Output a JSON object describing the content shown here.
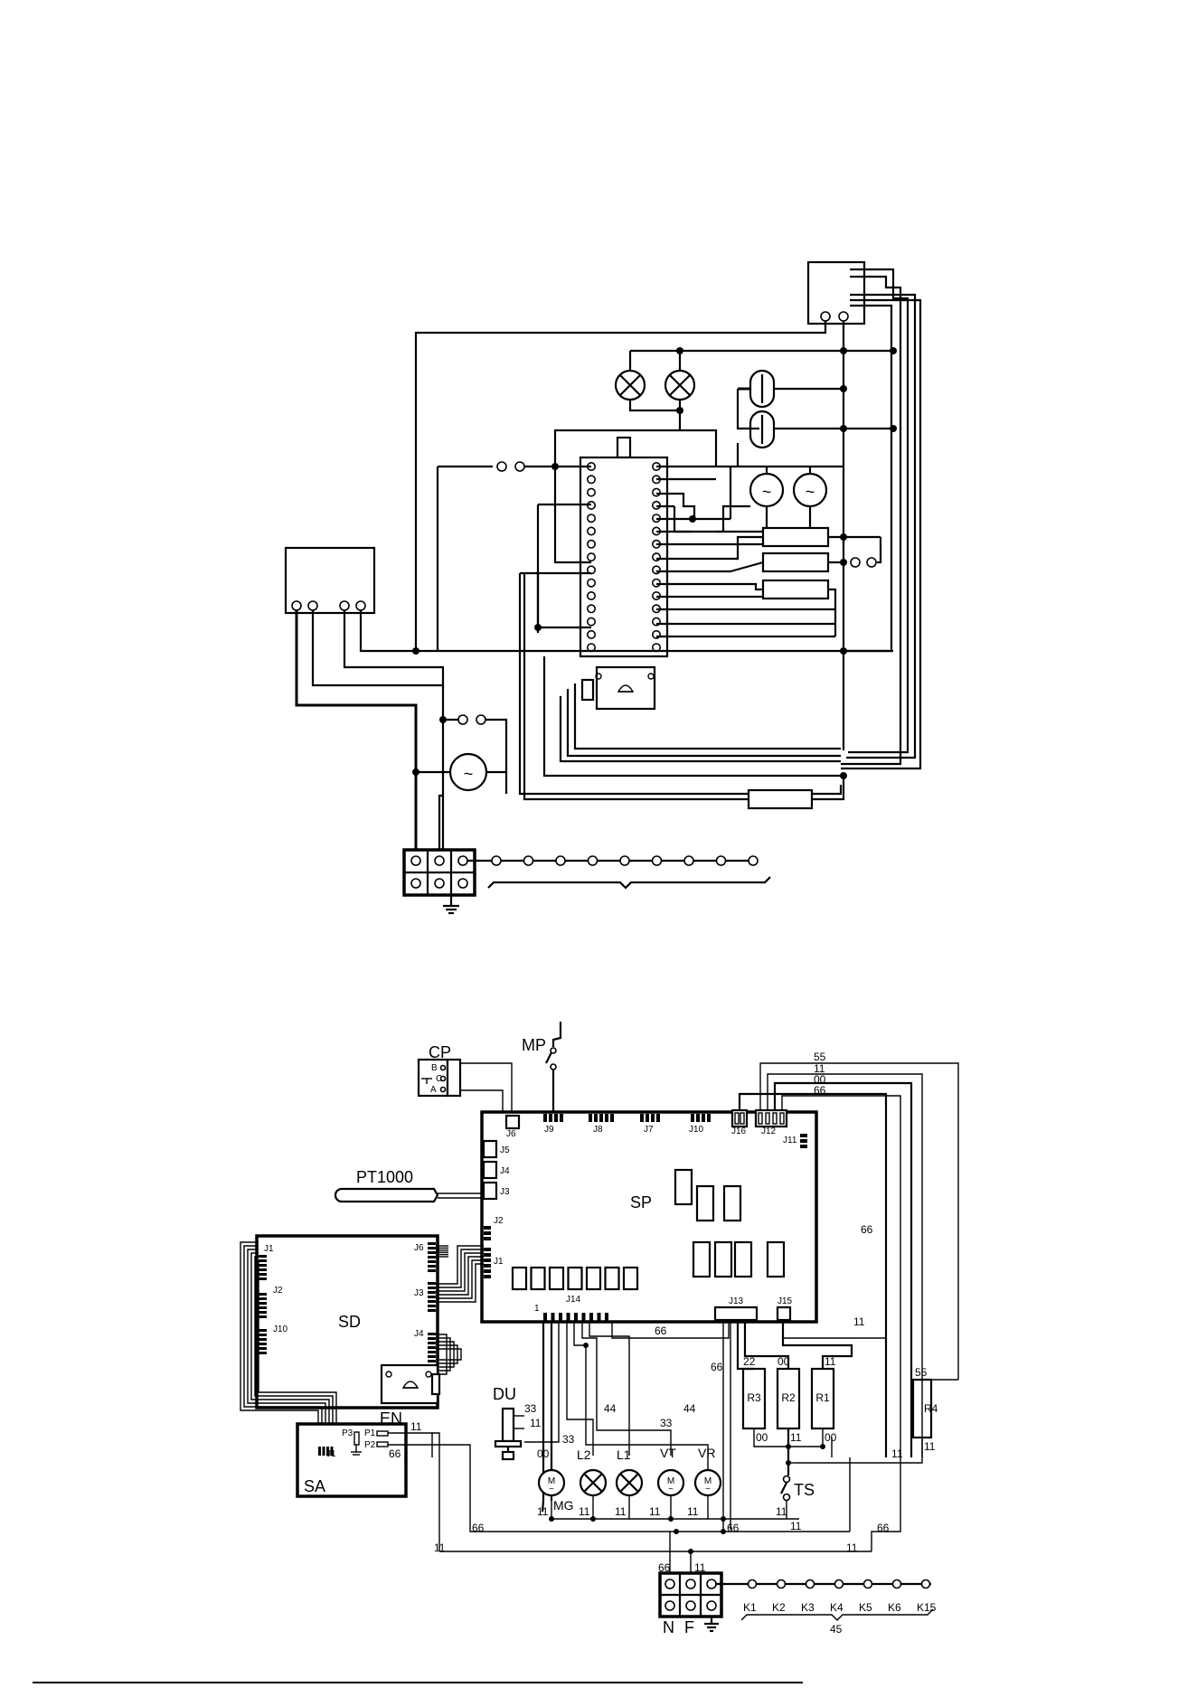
{
  "diagram_top": {
    "terminal_bar_count": 9
  },
  "diagram_bottom": {
    "components": {
      "cp": "CP",
      "mp": "MP",
      "pt1000": "PT1000",
      "sp": "SP",
      "sd": "SD",
      "en": "EN",
      "sa": "SA",
      "du": "DU",
      "mg": "MG",
      "l2": "L2",
      "l1": "L1",
      "vt": "VT",
      "vr": "VR",
      "r1": "R1",
      "r2": "R2",
      "r3": "R3",
      "r4": "R4",
      "ts": "TS",
      "motor_symbol": "M"
    },
    "cp_terminals": {
      "b": "B",
      "c": "C",
      "a": "A"
    },
    "sp_connectors": {
      "j1": "J1",
      "j2": "J2",
      "j3": "J3",
      "j4": "J4",
      "j5": "J5",
      "j6": "J6",
      "j7": "J7",
      "j8": "J8",
      "j9": "J9",
      "j10": "J10",
      "j11": "J11",
      "j12": "J12",
      "j13": "J13",
      "j14": "J14",
      "j15": "J15",
      "j16": "J16",
      "pin1": "1"
    },
    "sd_connectors": {
      "j1": "J1",
      "j2": "J2",
      "j3": "J3",
      "j4": "J4",
      "j6": "J6",
      "j10": "J10"
    },
    "sa_connectors": {
      "j1": "J1",
      "p1": "P1",
      "p2": "P2",
      "p3": "P3"
    },
    "wire_numbers": {
      "w55_top": "55",
      "w11_top": "11",
      "w00_top": "00",
      "w66_top": "66",
      "w66_right": "66",
      "w55_r4": "55",
      "w11_r4": "11",
      "w11_j15": "11",
      "w11_r1": "11",
      "w00_r2": "00",
      "w22_r3": "22",
      "w00_r3b": "00",
      "w11_r2b": "11",
      "w00_r1b": "00",
      "w66_j14": "66",
      "w66_j13": "66",
      "w33_du": "33",
      "w11_du": "11",
      "w44_a": "44",
      "w44_b": "44",
      "w33_vt": "33",
      "w33_l2": "33",
      "w00_mg": "00",
      "w11_mg": "11",
      "w11_l2": "11",
      "w11_l1": "11",
      "w11_vt": "11",
      "w11_vr": "11",
      "w11_ts": "11",
      "w11_ts2": "11",
      "w11_bus": "11",
      "w66_bus": "66",
      "w66_mid": "66",
      "w66_far": "66",
      "w11_low": "11",
      "w11_lowr": "11",
      "w11_sa": "11",
      "w66_sa": "66",
      "w66_term": "66",
      "w11_term": "11"
    },
    "terminal_block": {
      "n": "N",
      "f": "F"
    },
    "terminal_bar": [
      "K1",
      "K2",
      "K3",
      "K4",
      "K5",
      "K6",
      "K15"
    ],
    "terminal_bar_note": "45"
  }
}
